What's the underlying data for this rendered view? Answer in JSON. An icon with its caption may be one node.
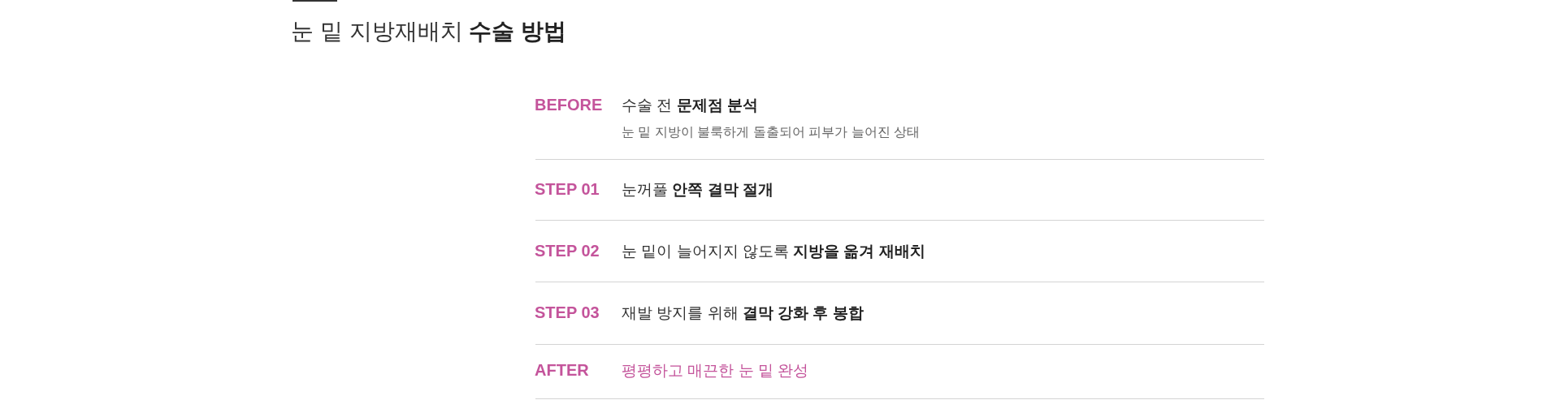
{
  "diagram": {
    "title": "눈 밑 지방재배치 **수술 방법**",
    "labels": [
      "BEFORE",
      "수술 전 **문제점 분석**",
      "눈 밑 지방이 불룩하게 돌출되어 피부가 늘어진 상태",
      "STEP 01",
      "눈꺼풀 **안쪽 결막 절개**",
      "STEP 02",
      "눈 밑이 늘어지지 않도록 **지방을 옮겨 재배치**",
      "STEP 03",
      "재발 방지를 위해 **결막 강화 후 봉합**",
      "AFTER",
      "평평하고 매끈한 눈 밑 완성"
    ]
  }
}
